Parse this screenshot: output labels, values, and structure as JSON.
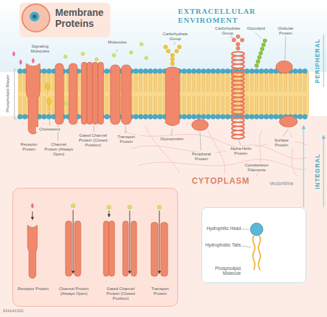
{
  "diagram": {
    "title": "Membrane Proteins",
    "nodes": [
      {
        "text": [
          "Receptor Protein",
          "Channel Protein (Always Open)",
          "Gated Channel Protein (Closed Position)",
          "Transport Protein"
        ]
      },
      {
        "text": [
          "Hydrophilic Head",
          "Hydrophobic Tails",
          "Phospholipid Molecule"
        ]
      }
    ],
    "labels": [
      "EXTRACELLULAR ENVIROMENT",
      "Signaling Molecules",
      "Molecules",
      "Carbohydrate Group",
      "Carbohydrate Group",
      "Glycolipid",
      "Globular Protein",
      "PERIPHERAL",
      "Phospholipid Bilayer",
      "Receptor Protein",
      "Channel Protein (Always Open)",
      "Cholesterol",
      "Gated Channel Protein (Closed Position)",
      "Transport Protein",
      "Glycoprotein",
      "Peripheral Protein",
      "Alpha-Helix Protein",
      "Surface Protein",
      "INTEGRAL",
      "Cytoskeleton Filaments",
      "CYTOPLASM",
      "VectorMine",
      "934141332"
    ]
  }
}
